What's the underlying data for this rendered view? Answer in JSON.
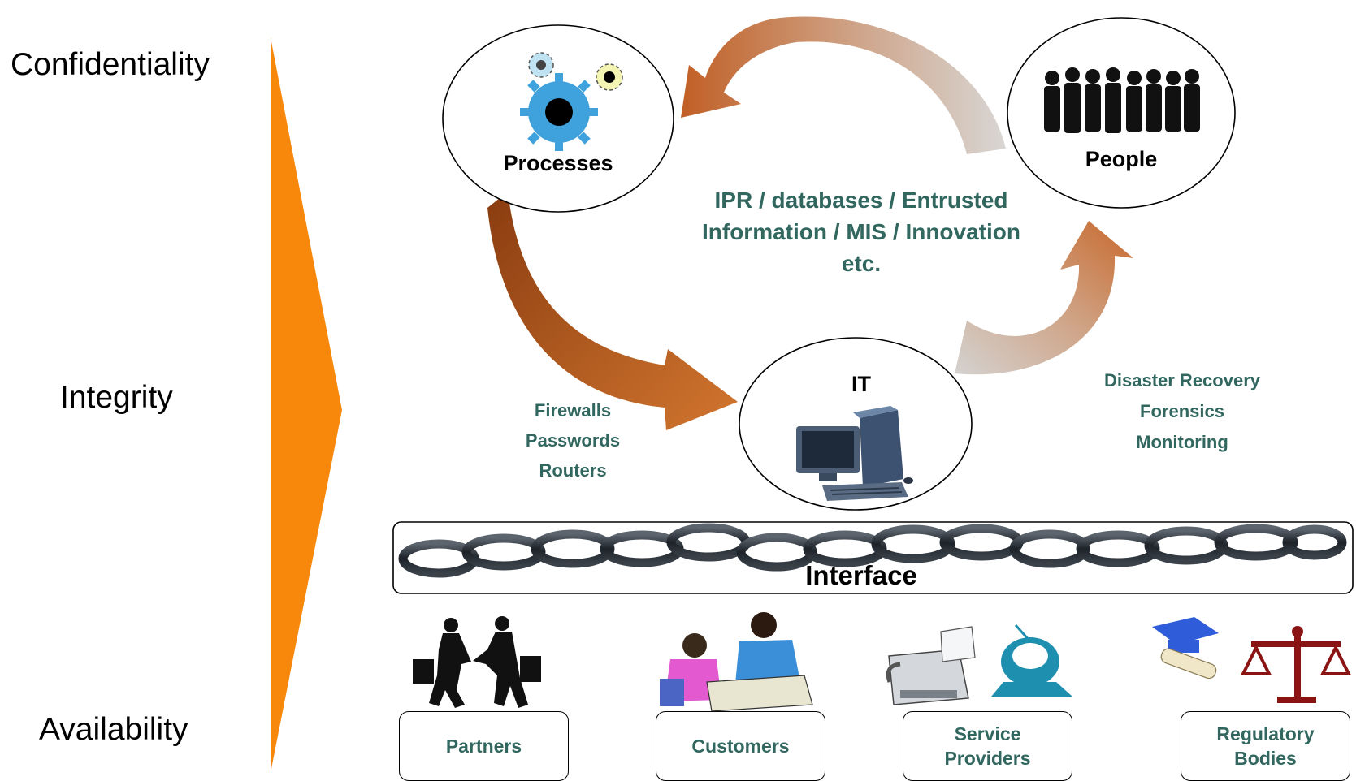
{
  "cia": {
    "confidentiality": "Confidentiality",
    "integrity": "Integrity",
    "availability": "Availability"
  },
  "nodes": {
    "processes": "Processes",
    "people": "People",
    "it": "IT"
  },
  "center_text": {
    "line1": "IPR / databases /  Entrusted",
    "line2": "Information / MIS / Innovation",
    "line3": "etc."
  },
  "left_controls": [
    "Firewalls",
    "Passwords",
    "Routers"
  ],
  "right_controls": [
    "Disaster Recovery",
    "Forensics",
    "Monitoring"
  ],
  "interface_label": "Interface",
  "stakeholders": {
    "partners": "Partners",
    "customers": "Customers",
    "service_providers": [
      "Service",
      "Providers"
    ],
    "regulatory_bodies": [
      "Regulatory",
      "Bodies"
    ]
  },
  "colors": {
    "triangle": "#f7880c",
    "teal_text": "#31675f",
    "arrow_orange": "#c5672a",
    "arrow_gray": "#c9c5c2"
  },
  "icons": [
    "gears-icon",
    "people-silhouettes-icon",
    "computer-icon",
    "chain-icon",
    "handshake-icon",
    "meeting-icon",
    "fax-satellite-icon",
    "graduation-scales-icon"
  ]
}
